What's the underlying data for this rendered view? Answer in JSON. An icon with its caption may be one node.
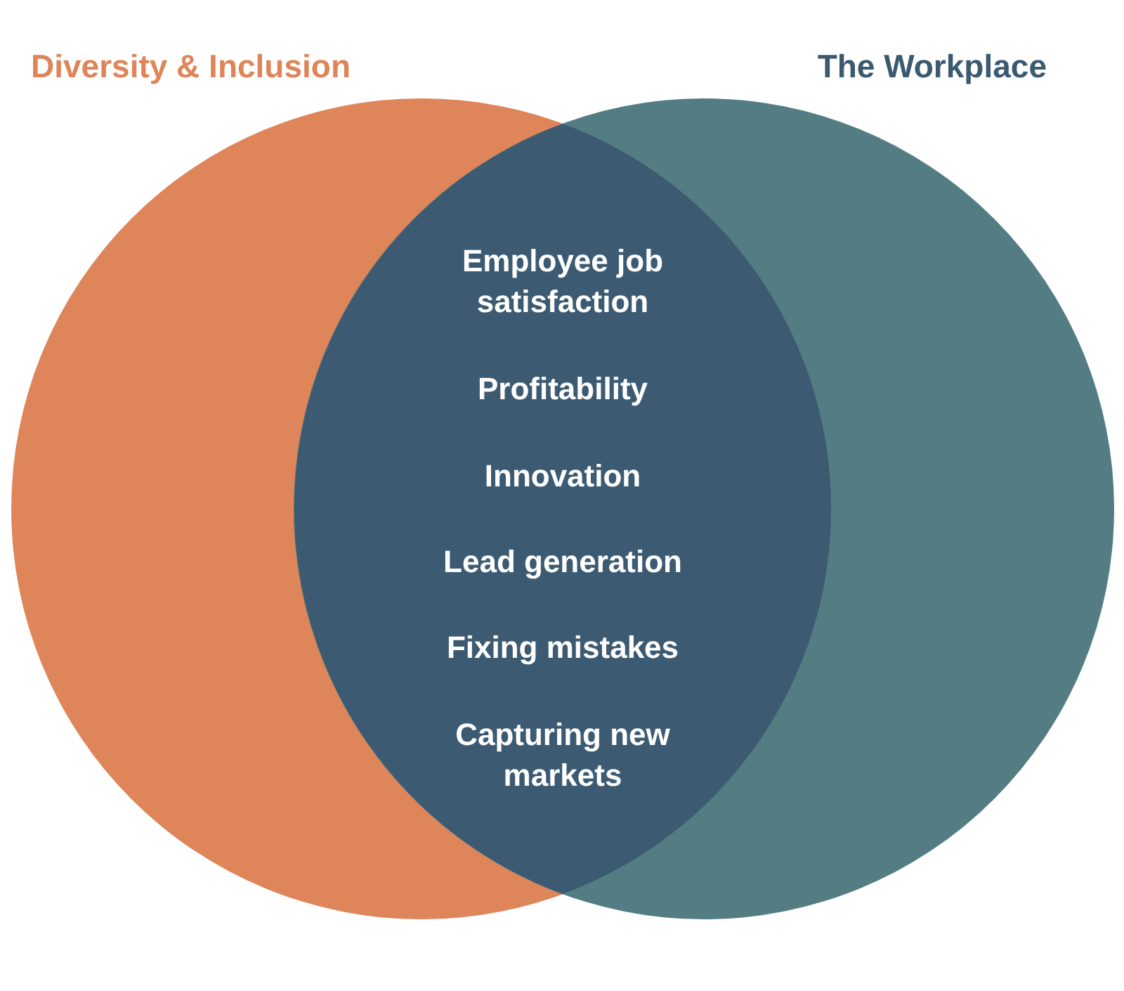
{
  "diagram": {
    "nodes": [
      {
        "text": [
          "Diversity & Inclusion"
        ]
      },
      {
        "text": [
          "The Workplace"
        ]
      },
      {
        "text": [
          "Employee job satisfaction",
          "Profitability",
          "Innovation",
          "Lead generation",
          "Fixing mistakes",
          "Capturing new markets"
        ]
      }
    ]
  }
}
